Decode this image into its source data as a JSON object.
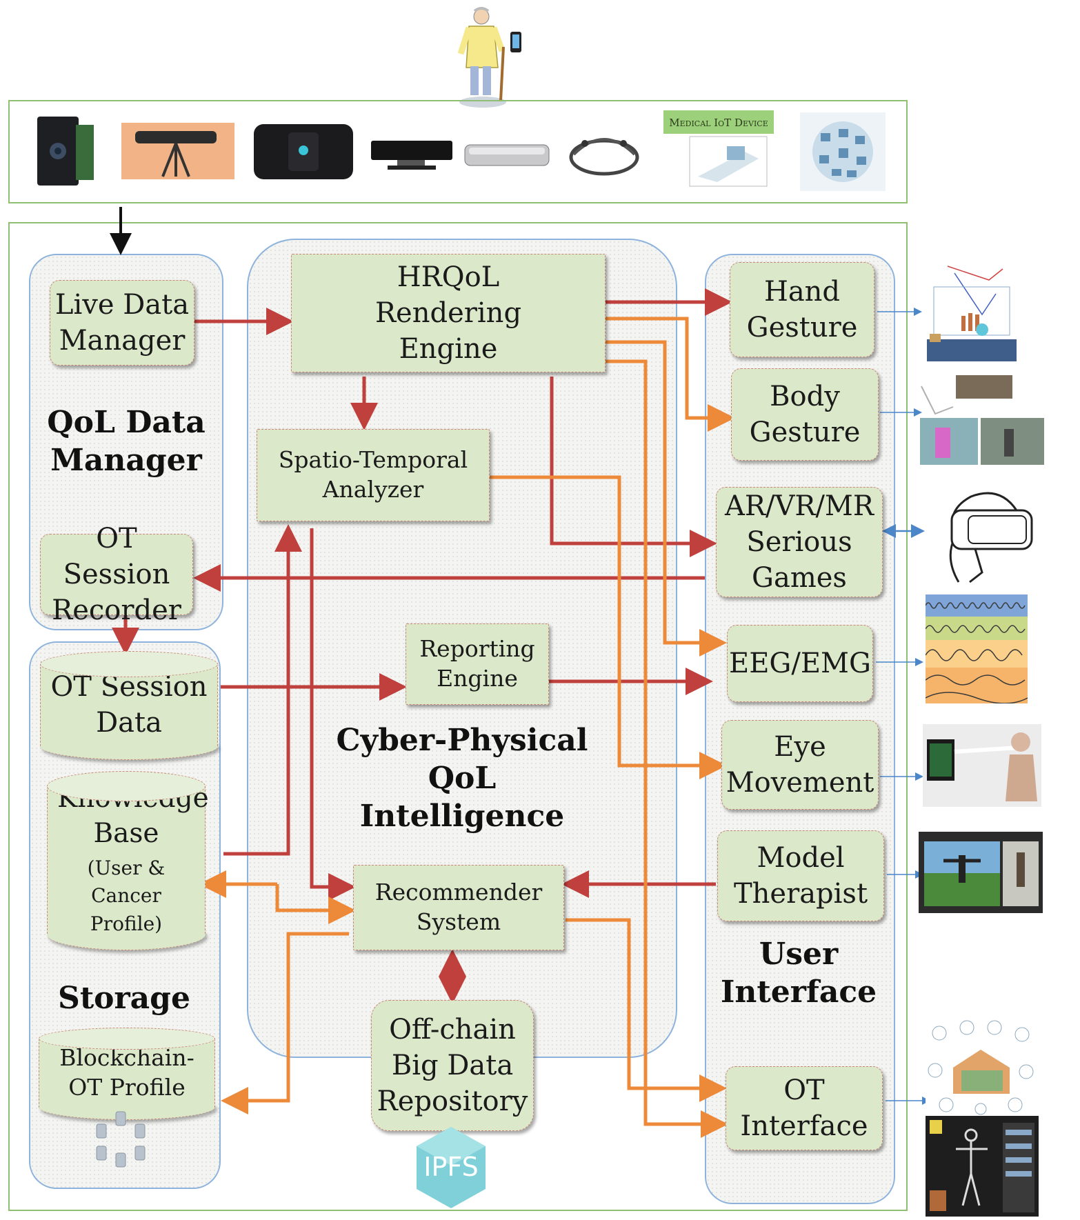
{
  "devices": {
    "medical_iot_label": "Medical IoT Device"
  },
  "qol_manager": {
    "title": "QoL Data Manager",
    "live_data_manager": "Live Data Manager",
    "ot_session_recorder": "OT Session Recorder"
  },
  "storage": {
    "title": "Storage",
    "ot_session_data": "OT Session Data",
    "knowledge_base": "Knowledge Base",
    "knowledge_base_sub": "(User & Cancer Profile)",
    "blockchain": "Blockchain- OT Profile"
  },
  "cyber": {
    "title": "Cyber-Physical QoL Intelligence",
    "rendering_engine": "HRQoL Rendering Engine",
    "spatio_temporal": "Spatio-Temporal Analyzer",
    "reporting_engine": "Reporting Engine",
    "recommender": "Recommender System",
    "offchain": "Off-chain Big Data Repository",
    "ipfs": "IPFS"
  },
  "ui": {
    "title": "User Interface",
    "hand_gesture": "Hand Gesture",
    "body_gesture": "Body Gesture",
    "ar_vr": "AR/VR/MR Serious Games",
    "eeg": "EEG/EMG",
    "eye": "Eye Movement",
    "model_therapist": "Model Therapist",
    "ot_interface": "OT Interface"
  },
  "colors": {
    "red_arrow": "#c0403d",
    "orange_arrow": "#ec8a3a",
    "blue_arrow": "#4a86c8",
    "box_fill": "#dbe8c9",
    "frame_green": "#8fbf73",
    "region_blue": "#8db3dd"
  }
}
